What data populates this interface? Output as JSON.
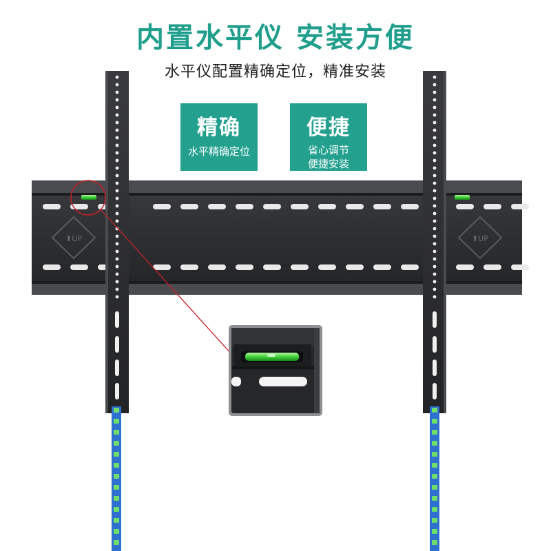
{
  "headline": "内置水平仪 安装方便",
  "subline": "水平仪配置精确定位，精准安装",
  "badges": [
    {
      "title": "精确",
      "desc_lines": [
        "水平精确定位"
      ]
    },
    {
      "title": "便捷",
      "desc_lines": [
        "省心调节",
        "便捷安装"
      ]
    }
  ],
  "plate_label": "UP",
  "colors": {
    "accent": "#1f9e8c",
    "badge": "#23a08e",
    "metal": "#2b2c2e",
    "level_bubble": "#3fd13a",
    "callout": "#c8202a",
    "strap": "#2f6fd0"
  },
  "icons": [
    "arrow-up-icon",
    "bubble-level-icon"
  ]
}
